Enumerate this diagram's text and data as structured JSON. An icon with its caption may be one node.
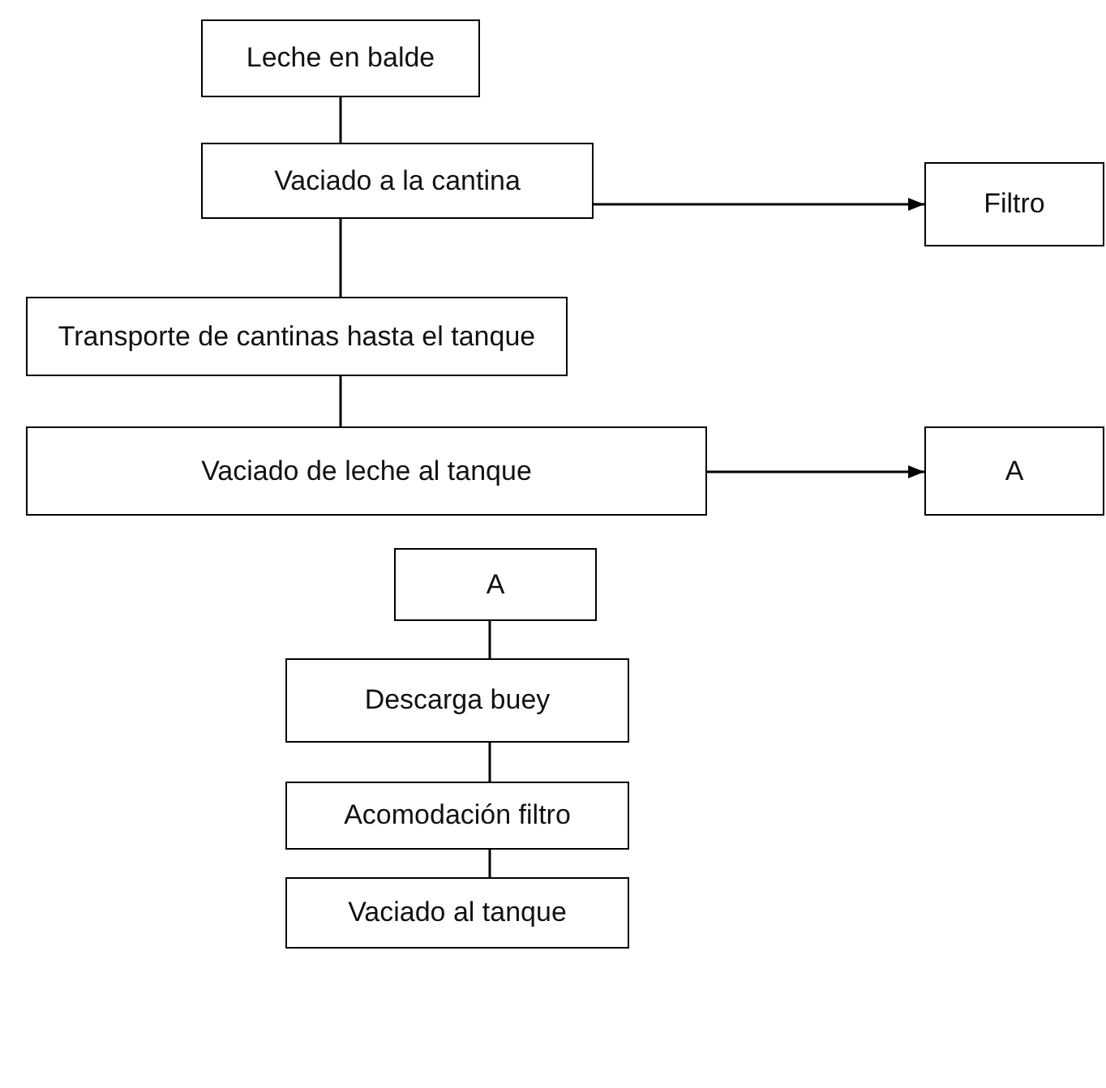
{
  "diagram": {
    "nodes": [
      {
        "text": [
          "Leche en balde"
        ]
      },
      {
        "text": [
          "Vaciado a la cantina"
        ]
      },
      {
        "text": [
          "Filtro"
        ]
      },
      {
        "text": [
          "Transporte de cantinas hasta el tanque"
        ]
      },
      {
        "text": [
          "Vaciado de leche al tanque"
        ]
      },
      {
        "text": [
          "A"
        ]
      },
      {
        "text": [
          "A"
        ]
      },
      {
        "text": [
          "Descarga buey"
        ]
      },
      {
        "text": [
          "Acomodación filtro"
        ]
      },
      {
        "text": [
          "Vaciado al tanque"
        ]
      }
    ],
    "edges": [
      {
        "from": 0,
        "to": 1,
        "arrow": "none"
      },
      {
        "from": 1,
        "to": 2,
        "arrow": "to"
      },
      {
        "from": 1,
        "to": 3,
        "arrow": "none"
      },
      {
        "from": 3,
        "to": 4,
        "arrow": "none"
      },
      {
        "from": 4,
        "to": 5,
        "arrow": "to"
      },
      {
        "from": 6,
        "to": 7,
        "arrow": "none"
      },
      {
        "from": 7,
        "to": 8,
        "arrow": "none"
      },
      {
        "from": 8,
        "to": 9,
        "arrow": "none"
      }
    ]
  }
}
